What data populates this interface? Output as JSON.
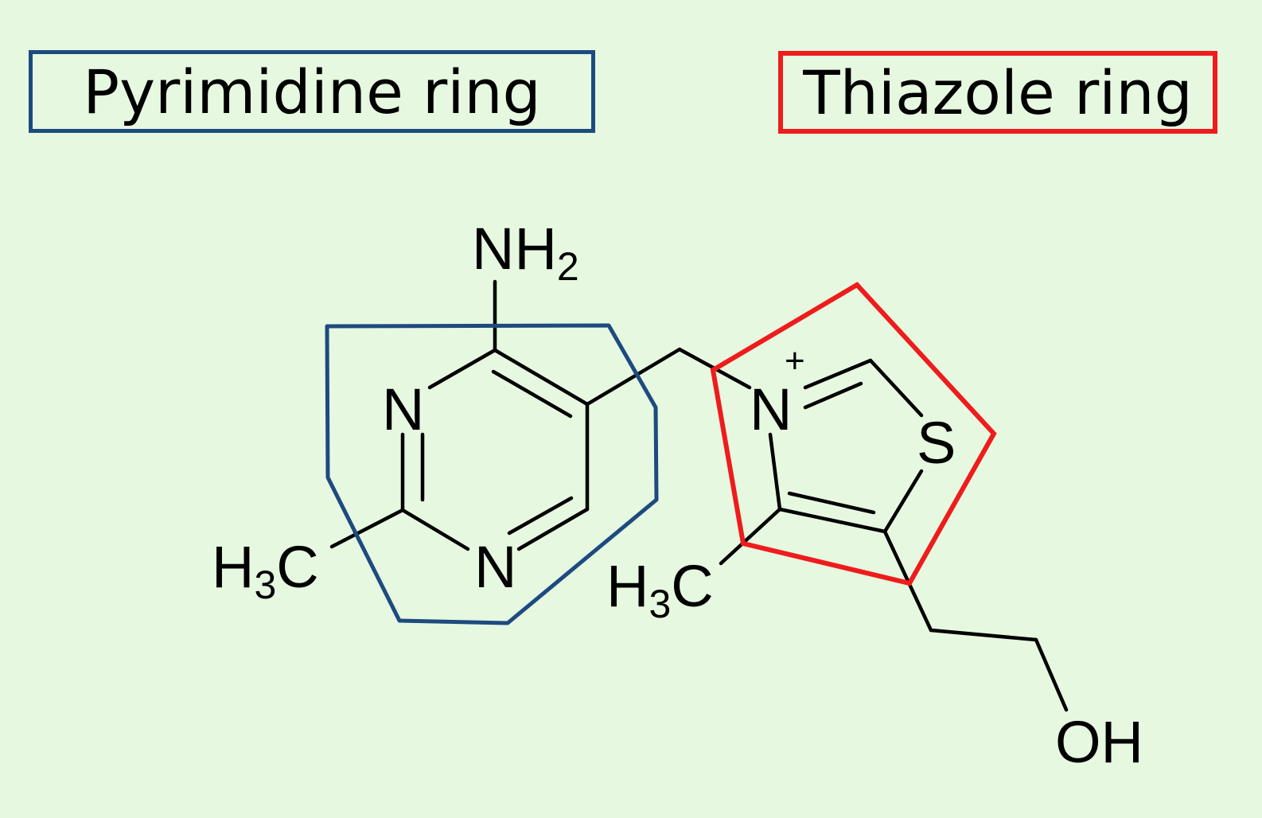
{
  "legend": {
    "pyrimidine": "Pyrimidine ring",
    "thiazole": "Thiazole ring"
  },
  "atoms": {
    "amine": "NH",
    "amine_sub": "2",
    "n_upper": "N",
    "n_lower": "N",
    "methyl_left": "H",
    "methyl_left_sub": "3",
    "methyl_left_c": "C",
    "n_thiazolium": "N",
    "charge": "+",
    "sulfur": "S",
    "methyl_right": "H",
    "methyl_right_sub": "3",
    "methyl_right_c": "C",
    "hydroxyl": "OH"
  },
  "colors": {
    "background": "#e6f8e0",
    "pyrimidine_outline": "#1e4a80",
    "thiazole_outline": "#ee1c1c",
    "bond": "#000000"
  }
}
